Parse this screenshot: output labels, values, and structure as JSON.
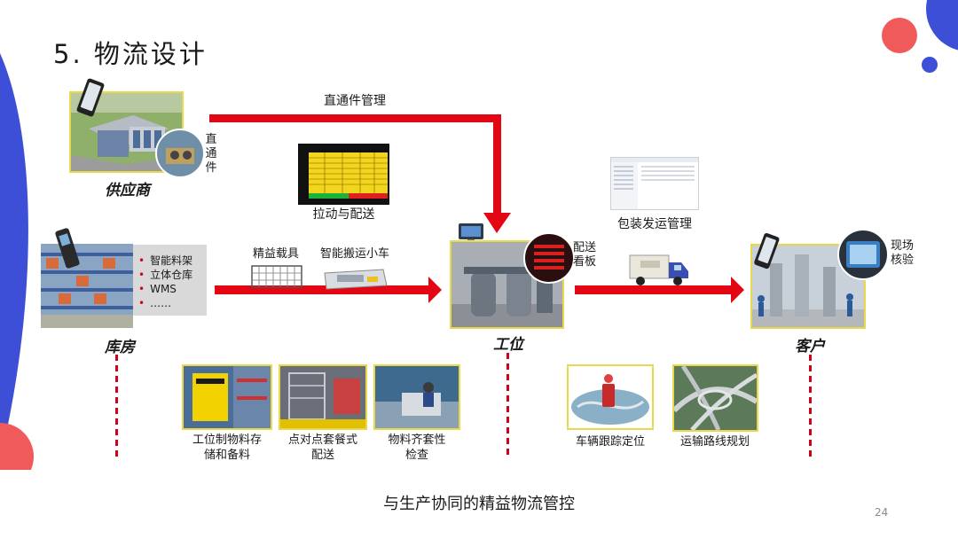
{
  "title": "5.  物流设计",
  "footer_caption": "与生产协同的精益物流管控",
  "page_number": "24",
  "colors": {
    "arrow_red": "#e30613",
    "blue": "#3d4fd6",
    "coral": "#f05a5a",
    "dash_red": "#d0021b",
    "frame_yellow": "#e8d84a"
  },
  "flow": {
    "top_arrow_label": "直通件管理",
    "supplier": {
      "label": "供应商",
      "side_text": "直\n通\n件"
    },
    "pull_board_label": "拉动与配送",
    "warehouse": {
      "label": "库房",
      "bullets": [
        "智能料架",
        "立体仓库",
        "WMS",
        "……"
      ]
    },
    "carrier_label": "精益载具",
    "agv_label": "智能搬运小车",
    "station": {
      "label": "工位",
      "kanban_label": "配送\n看板"
    },
    "packing_label": "包装发运管理",
    "customer": {
      "label": "客户",
      "verify_label": "现场\n核验"
    }
  },
  "lower_items": [
    {
      "caption": "工位制物料存\n储和备料"
    },
    {
      "caption": "点对点套餐式\n配送"
    },
    {
      "caption": "物料齐套性\n检查"
    },
    {
      "caption": "车辆跟踪定位"
    },
    {
      "caption": "运输路线规划"
    }
  ]
}
